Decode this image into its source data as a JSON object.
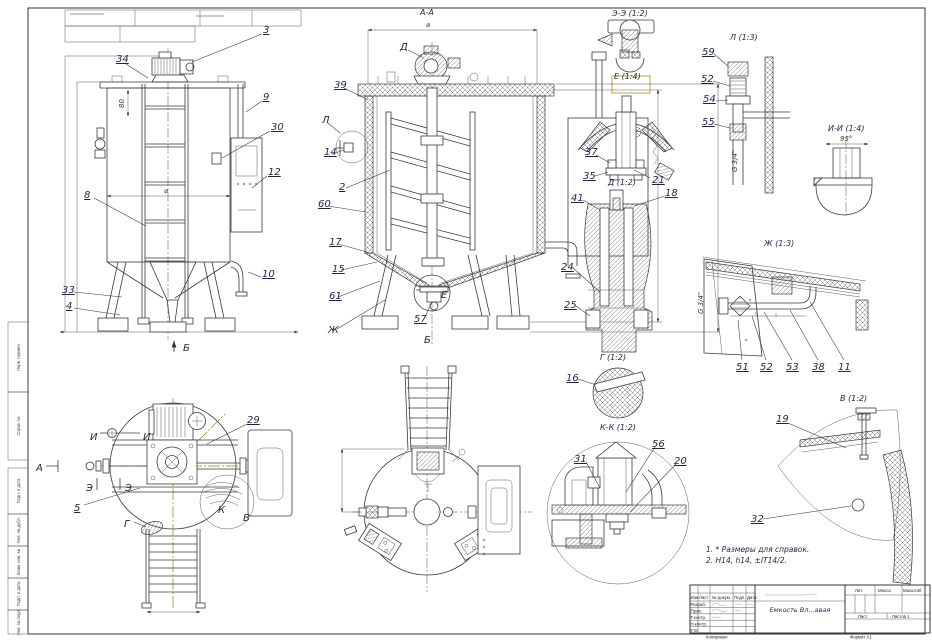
{
  "views": {
    "front": {
      "c3": "3",
      "c34": "34",
      "c9": "9",
      "c30": "30",
      "c12": "12",
      "c8": "8",
      "c33": "33",
      "c4": "4",
      "c10": "10",
      "dim80": "80",
      "dia": "⌀",
      "arrow_b": "Б"
    },
    "section": {
      "title": "А-А",
      "dia": "⌀",
      "cd": "Д",
      "c39": "39",
      "cl": "Л",
      "c14": "14",
      "c2": "2",
      "c60": "60",
      "c17": "17",
      "c15": "15",
      "c61": "61",
      "czh": "Ж",
      "c57": "57",
      "ce": "Е",
      "cb": "Б"
    },
    "top": {
      "c29": "29",
      "c5": "5",
      "cg": "Г",
      "cv": "В",
      "ck": "К",
      "mi": "И",
      "me": "Э",
      "ma": "А"
    }
  },
  "details": {
    "ee": {
      "title": "Э-Э (1:2)",
      "sub": "Е (1:4)"
    },
    "d": {
      "title": "Д (1:2)",
      "c37": "37",
      "c35": "35",
      "c21": "21"
    },
    "l": {
      "title": "Л (1:3)",
      "c59": "59",
      "c52": "52",
      "c54": "54",
      "c55": "55",
      "thread": "G 3/4\""
    },
    "ii": {
      "title": "И-И (1:4)",
      "angle": "95°"
    },
    "g": {
      "title": "Г (1:2)",
      "c41": "41",
      "c18": "18",
      "c24": "24",
      "c25": "25",
      "c16": "16"
    },
    "zh": {
      "title": "Ж (1:3)",
      "c51": "51",
      "c52": "52",
      "c53": "53",
      "c38": "38",
      "c11": "11",
      "thread": "G 3/4\""
    },
    "kk": {
      "title": "К-К (1:2)",
      "c31": "31",
      "c56": "56",
      "c20": "20"
    },
    "v": {
      "title": "В (1:2)",
      "c19": "19",
      "c32": "32"
    }
  },
  "notes": {
    "line1": "1.  * Размеры для справок.",
    "line2": "2.  Н14, h14, ±IT14/2."
  },
  "title_block": {
    "izm": "Изм",
    "list": "Лист",
    "doc": "№ докум.",
    "podp": "Подп.",
    "data": "Дата",
    "razrab": "Разраб.",
    "prov": "Пров.",
    "tkontr": "Т.контр.",
    "nkontr": "Н.контр.",
    "utv": "Утв.",
    "title": "Емкость Вл...авая",
    "lit": "Лит.",
    "massa": "Масса",
    "masshtab": "Масштаб",
    "list2": "Лист",
    "listov": "Листов 1",
    "kopiroval": "Копировал",
    "format": "Формат А1"
  },
  "margin_stamps": {
    "s1": "Перв. примен.",
    "s2": "Справ. №",
    "s3": "Подп. и дата",
    "s4": "Инв. № дубл.",
    "s5": "Взам. инв. №",
    "s6": "Подп. и дата",
    "s7": "Инв. № подл."
  }
}
